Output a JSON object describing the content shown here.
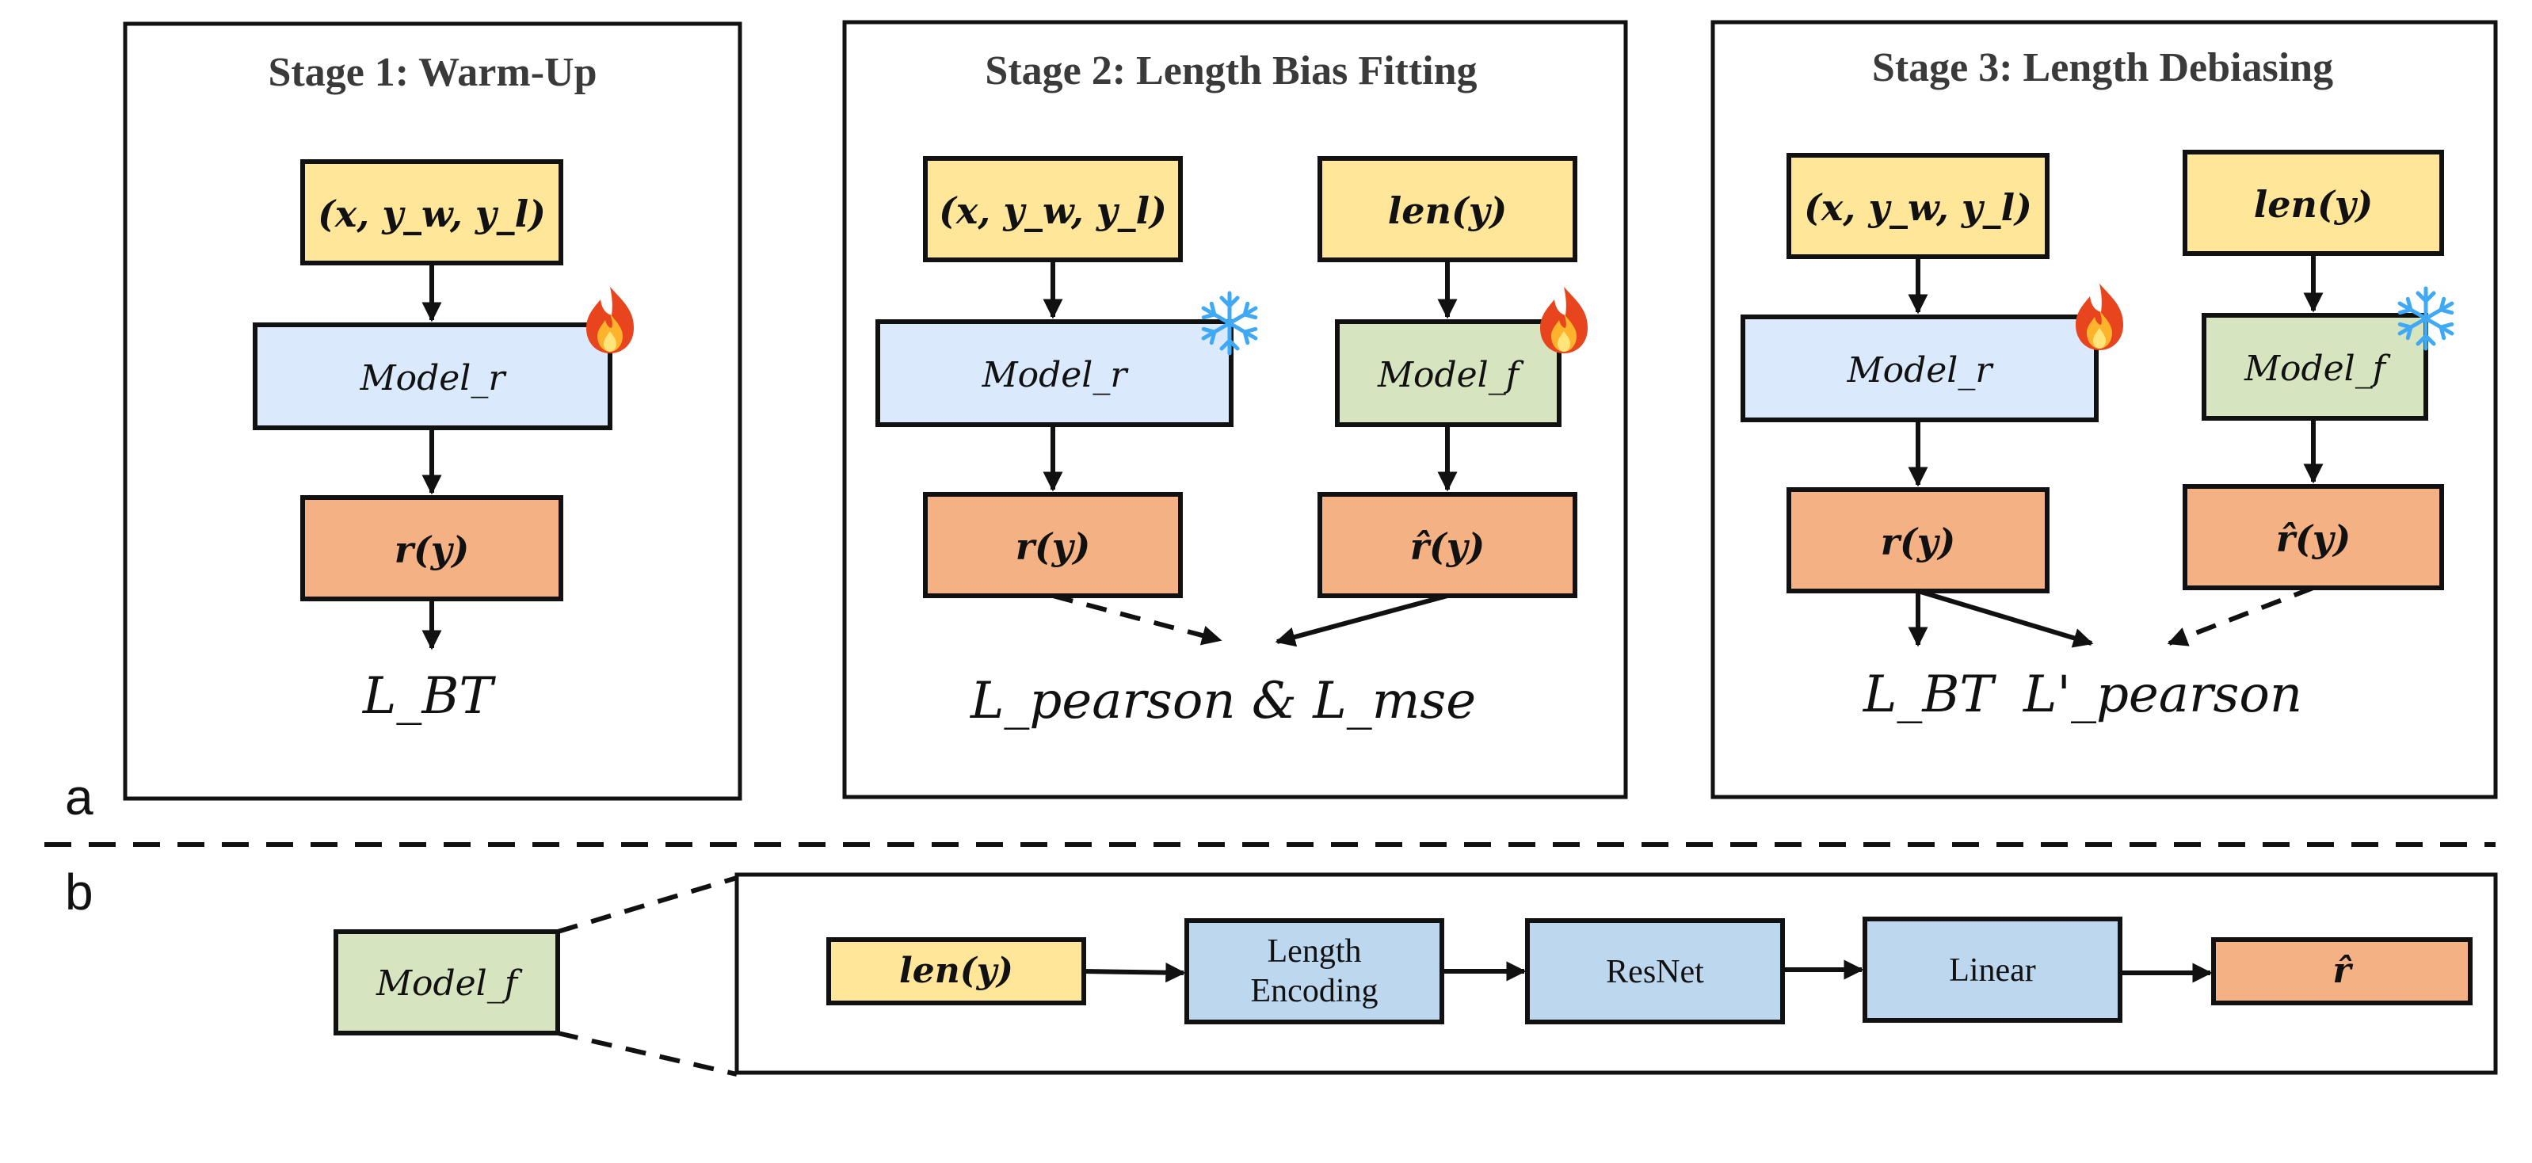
{
  "panels": {
    "a": "a",
    "b": "b"
  },
  "stage1": {
    "title": "Stage 1: Warm-Up",
    "input": "(x, y_w, y_l)",
    "model": "Model_r",
    "output": "r(y)",
    "loss": "L_BT",
    "status_icon": "fire-icon"
  },
  "stage2": {
    "title": "Stage 2: Length Bias Fitting",
    "input_left": "(x, y_w, y_l)",
    "input_right": "len(y)",
    "model_left": "Model_r",
    "model_right": "Model_f",
    "output_left": "r(y)",
    "output_right": "r̂(y)",
    "loss": "L_pearson & L_mse",
    "left_icon": "snowflake-icon",
    "right_icon": "fire-icon"
  },
  "stage3": {
    "title": "Stage 3: Length Debiasing",
    "input_left": "(x, y_w, y_l)",
    "input_right": "len(y)",
    "model_left": "Model_r",
    "model_right": "Model_f",
    "output_left": "r(y)",
    "output_right": "r̂(y)",
    "loss_left": "L_BT",
    "loss_right": "L'_pearson",
    "left_icon": "fire-icon",
    "right_icon": "snowflake-icon"
  },
  "model_f_detail": {
    "model": "Model_f",
    "input": "len(y)",
    "length_encoding_line1": "Length",
    "length_encoding_line2": "Encoding",
    "resnet": "ResNet",
    "linear": "Linear",
    "output": "r̂"
  },
  "colors": {
    "yellow": "#FFE699",
    "blue": "#DAE9FB",
    "green": "#D6E4BF",
    "orange": "#F4B183",
    "steel": "#BDD7EE"
  }
}
